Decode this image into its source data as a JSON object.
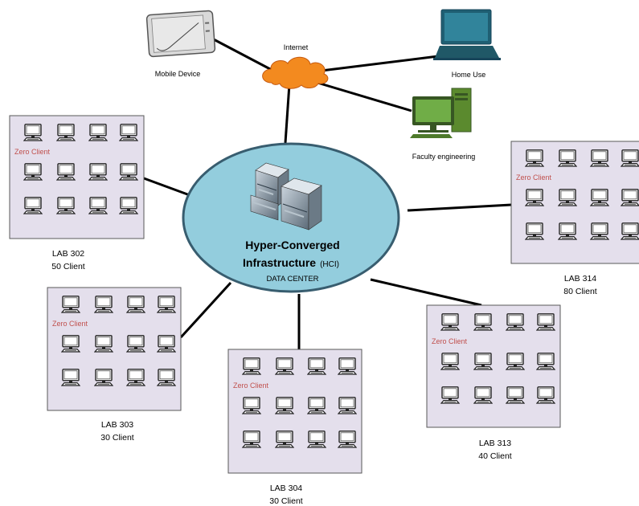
{
  "colors": {
    "datacenter_fill": "#93cddd",
    "datacenter_stroke": "#385d6f",
    "cloud_fill": "#f38a1f",
    "lab_fill": "#e4dfec",
    "lab_stroke": "#595959",
    "link": "#000000",
    "laptop": "#31849b",
    "pc_green": "#70ad47"
  },
  "datacenter": {
    "title_line1": "Hyper-Converged",
    "title_line2": "Infrastructure",
    "acronym": "(HCI)",
    "subtitle": "DATA CENTER",
    "icon": "server-stack-icon"
  },
  "internet": {
    "label": "Internet",
    "icon": "cloud-icon"
  },
  "endpoints": {
    "mobile": {
      "label": "Mobile Device",
      "icon": "tablet-icon"
    },
    "home": {
      "label": "Home Use",
      "icon": "laptop-icon"
    },
    "faculty": {
      "label": "Faculty engineering",
      "icon": "desktop-pc-icon"
    }
  },
  "labs": [
    {
      "id": "302",
      "name": "LAB  302",
      "clients": "50 Client",
      "zero_client": "Zero Client"
    },
    {
      "id": "303",
      "name": "LAB  303",
      "clients": "30 Client",
      "zero_client": "Zero Client"
    },
    {
      "id": "304",
      "name": "LAB  304",
      "clients": "30 Client",
      "zero_client": "Zero Client"
    },
    {
      "id": "313",
      "name": "LAB  313",
      "clients": "40 Client",
      "zero_client": "Zero Client"
    },
    {
      "id": "314",
      "name": "LAB  314",
      "clients": "80 Client",
      "zero_client": "Zero Client"
    }
  ]
}
